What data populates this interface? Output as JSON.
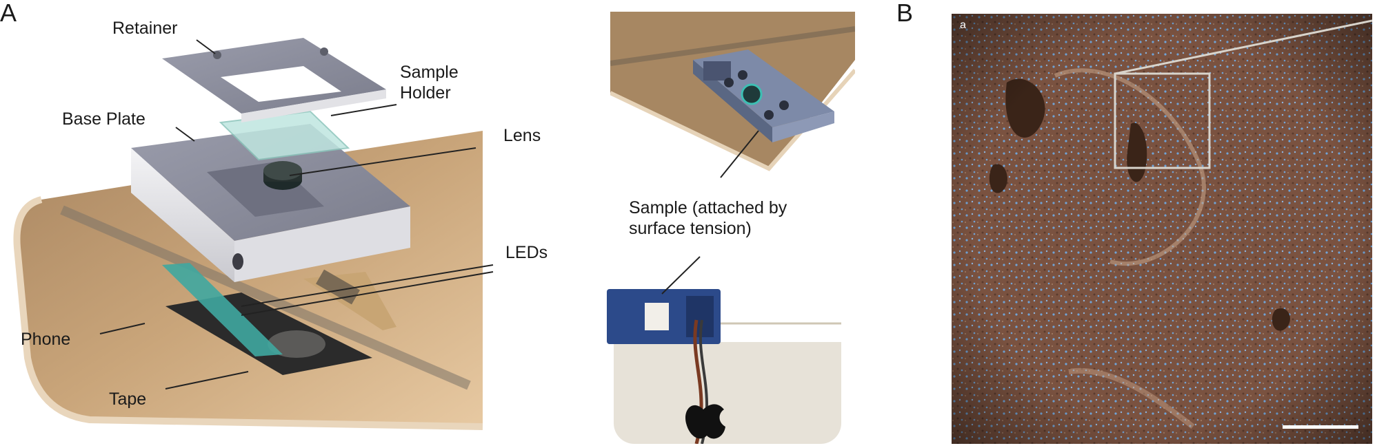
{
  "panels": {
    "a_letter": "A",
    "b_letter": "B"
  },
  "exploded_view": {
    "labels": {
      "retainer": "Retainer",
      "sample_holder": "Sample\nHolder",
      "base_plate": "Base Plate",
      "lens": "Lens",
      "leds": "LEDs",
      "phone": "Phone",
      "tape": "Tape"
    }
  },
  "photos": {
    "sample_label": "Sample (attached by\nsurface tension)"
  },
  "micrograph": {
    "corner_mark": "a"
  },
  "colors": {
    "phone_gold": "#c9a57a",
    "part_gray": "#8d8f99",
    "printed_blue": "#2c4a8a",
    "micrograph_brown": "#7a5240",
    "cell_blue": "#6fa4d8"
  }
}
